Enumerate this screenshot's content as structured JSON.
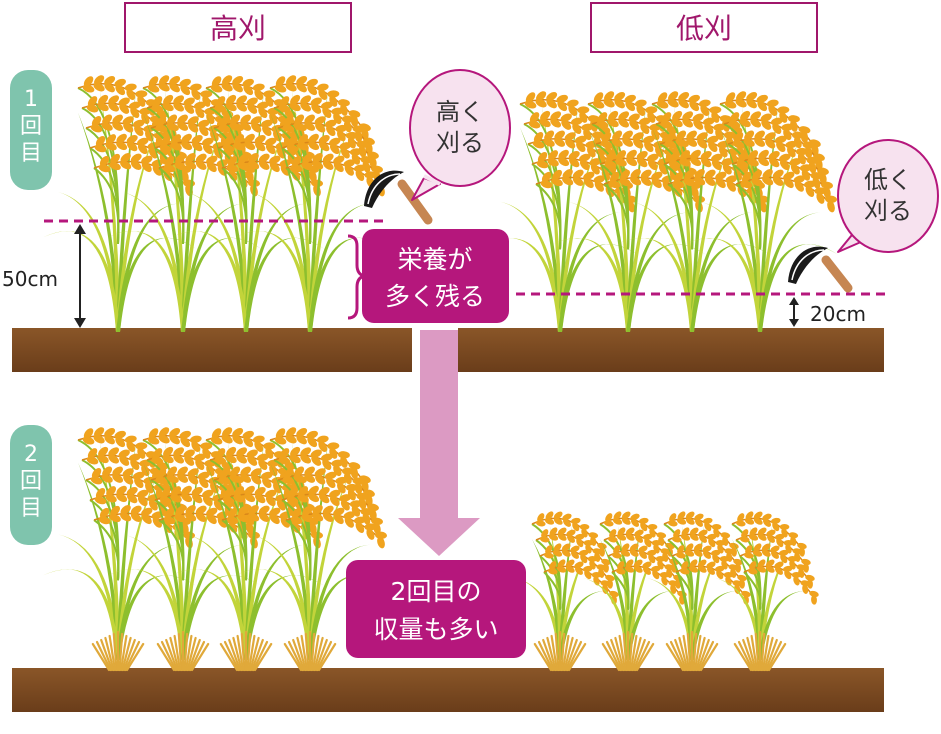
{
  "headers": {
    "high_cut": "高刈",
    "low_cut": "低刈"
  },
  "rows": {
    "first": "1回目",
    "second": "2回目"
  },
  "bubbles": {
    "high": {
      "line1": "高く",
      "line2": "刈る"
    },
    "low": {
      "line1": "低く",
      "line2": "刈る"
    }
  },
  "measurements": {
    "high_height": "50cm",
    "low_height": "20cm"
  },
  "callouts": {
    "nutrients": {
      "line1": "栄養が",
      "line2": "多く残る"
    },
    "yield": {
      "line1": "2回目の",
      "line2": "収量も多い"
    }
  },
  "colors": {
    "accent": "#b5177c",
    "row_badge": "#7fc4ad",
    "soil": "#7a4a22",
    "bubble_fill": "#f7e2ef",
    "arrow": "#dc9ac3",
    "stem": "#8dbf2e",
    "grain": "#f0a31e"
  }
}
